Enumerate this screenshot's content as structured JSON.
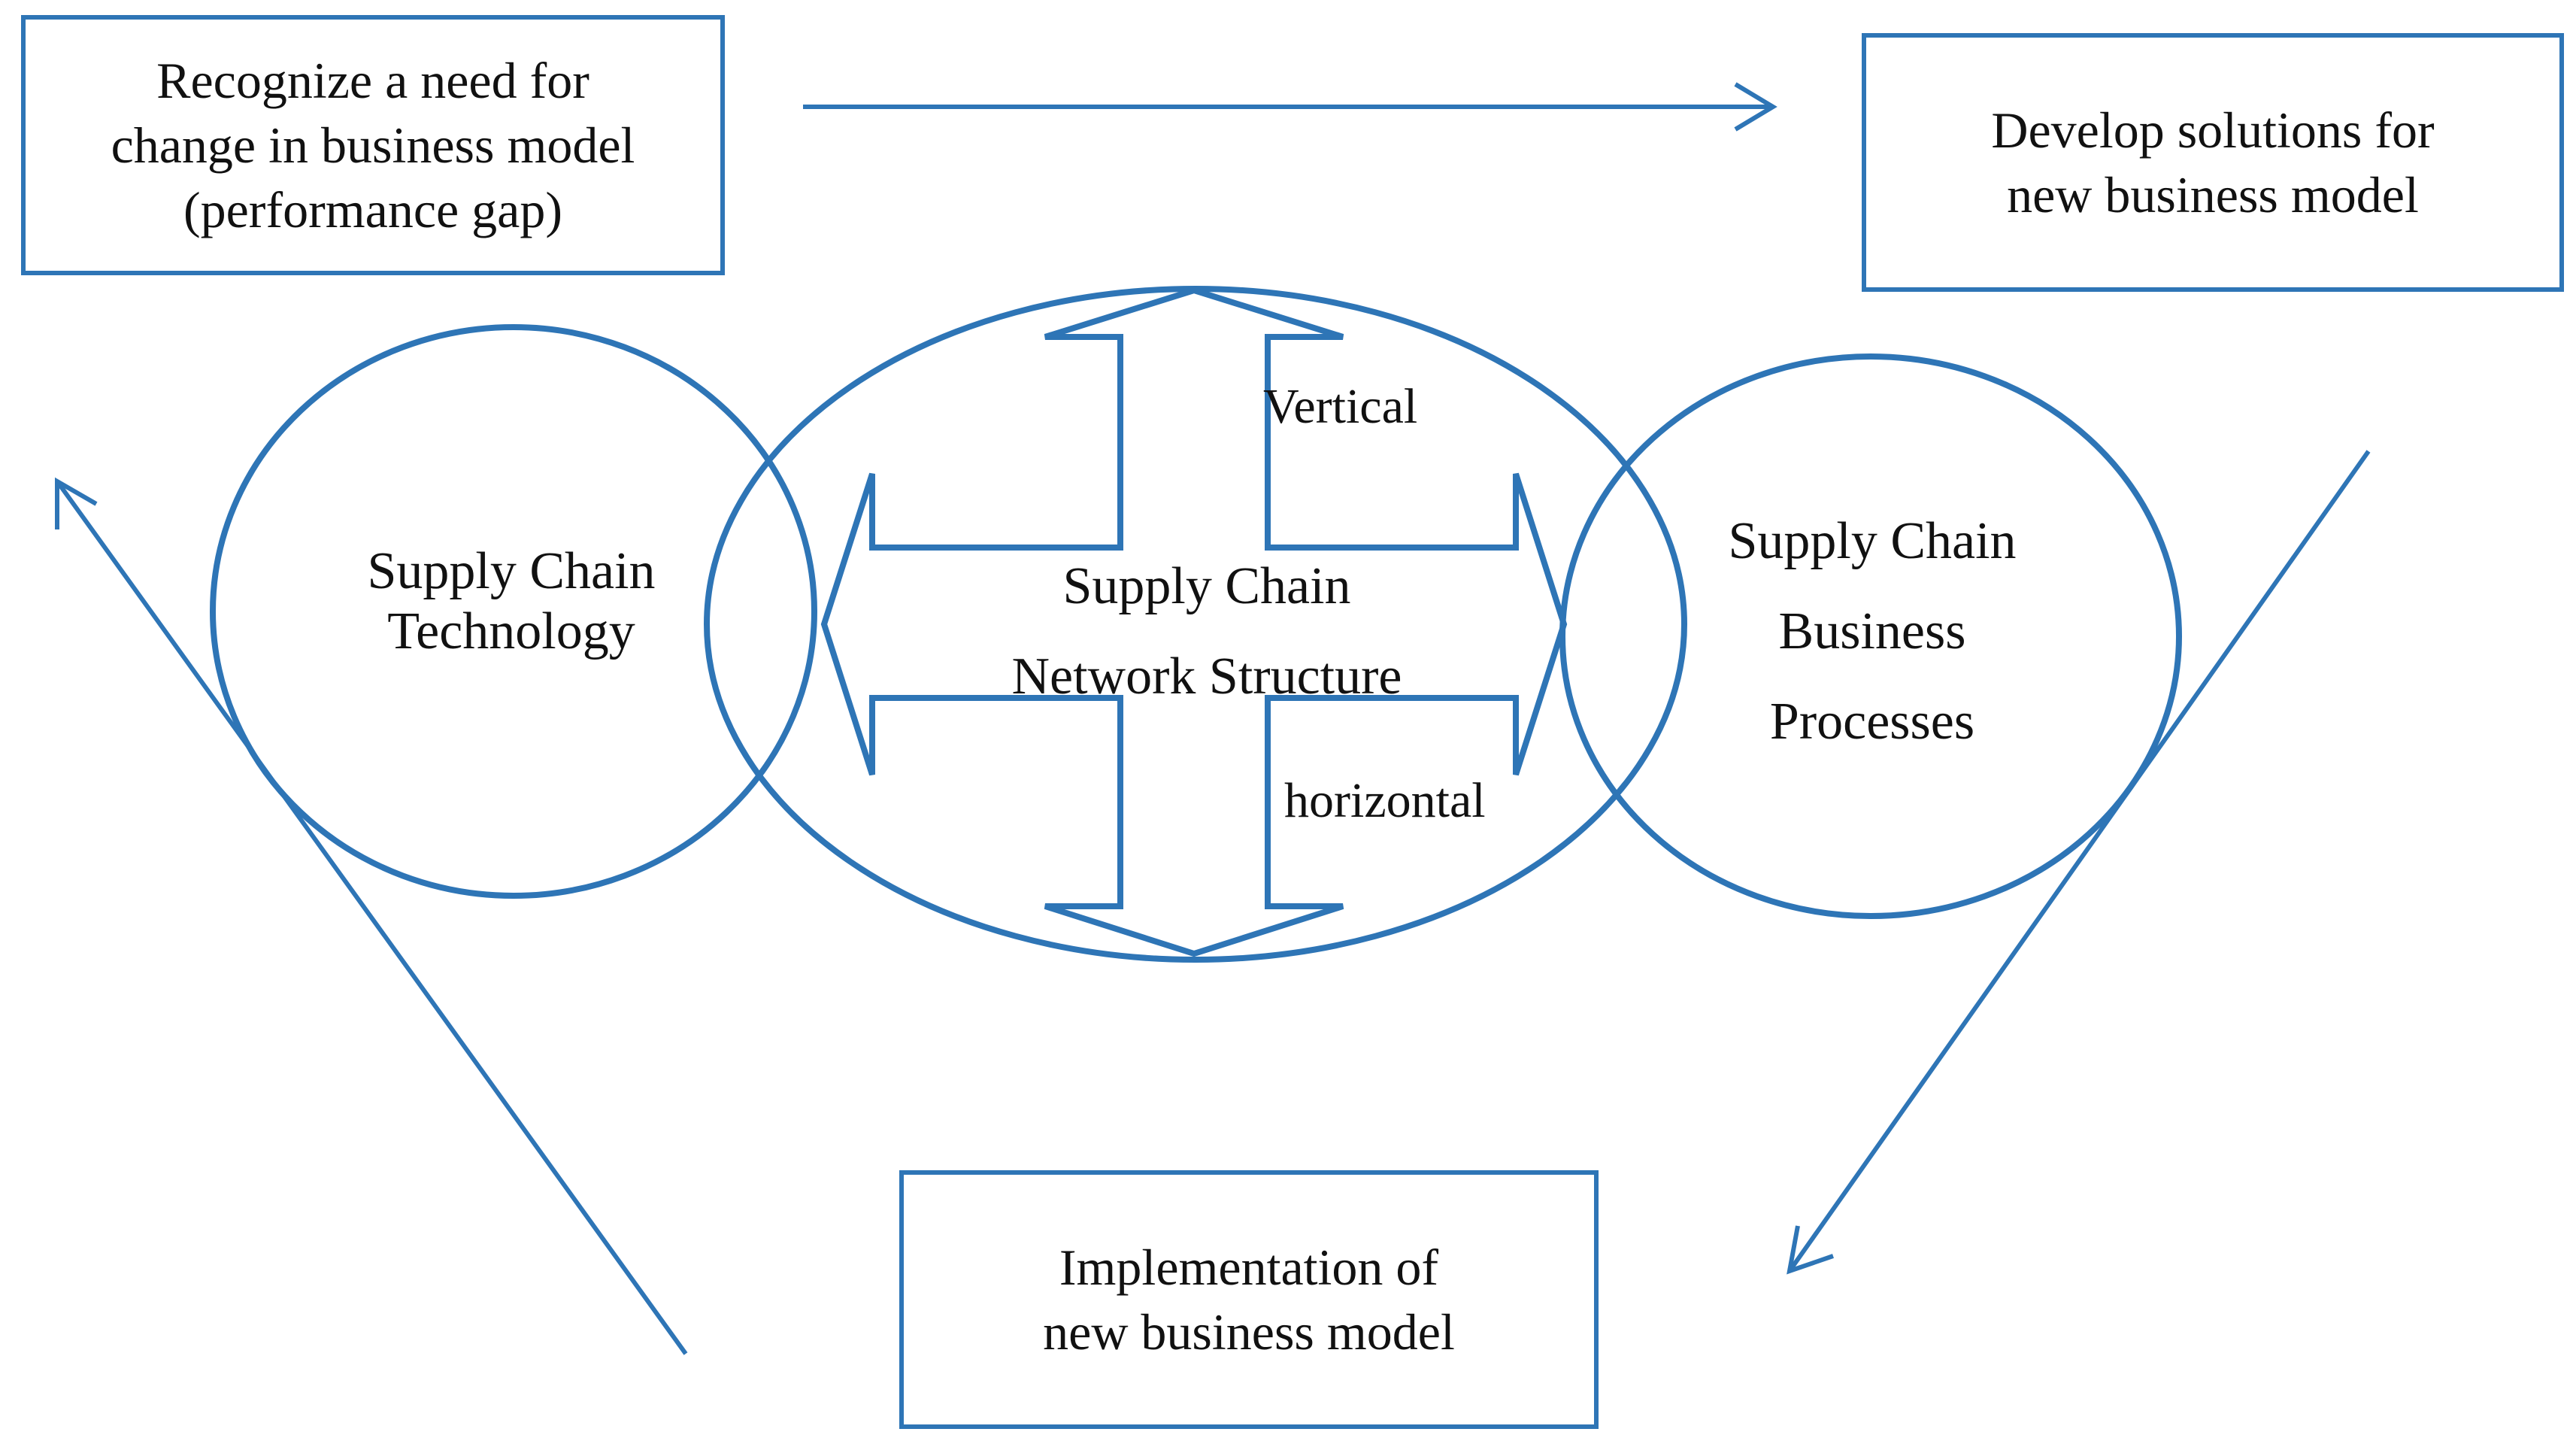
{
  "colors": {
    "stroke": "#2E75B6",
    "text": "#111111",
    "background": "#ffffff"
  },
  "boxes": {
    "recognize": "Recognize a need for\nchange in business model\n(performance gap)",
    "develop": "Develop solutions for\nnew business model",
    "implement": "Implementation of\nnew business model"
  },
  "circles": {
    "technology": "Supply Chain\nTechnology",
    "network": "Supply Chain\nNetwork Structure",
    "business": "Supply Chain\nBusiness\nProcesses"
  },
  "cross_arrow": {
    "vertical": "Vertical",
    "horizontal": "horizontal"
  }
}
